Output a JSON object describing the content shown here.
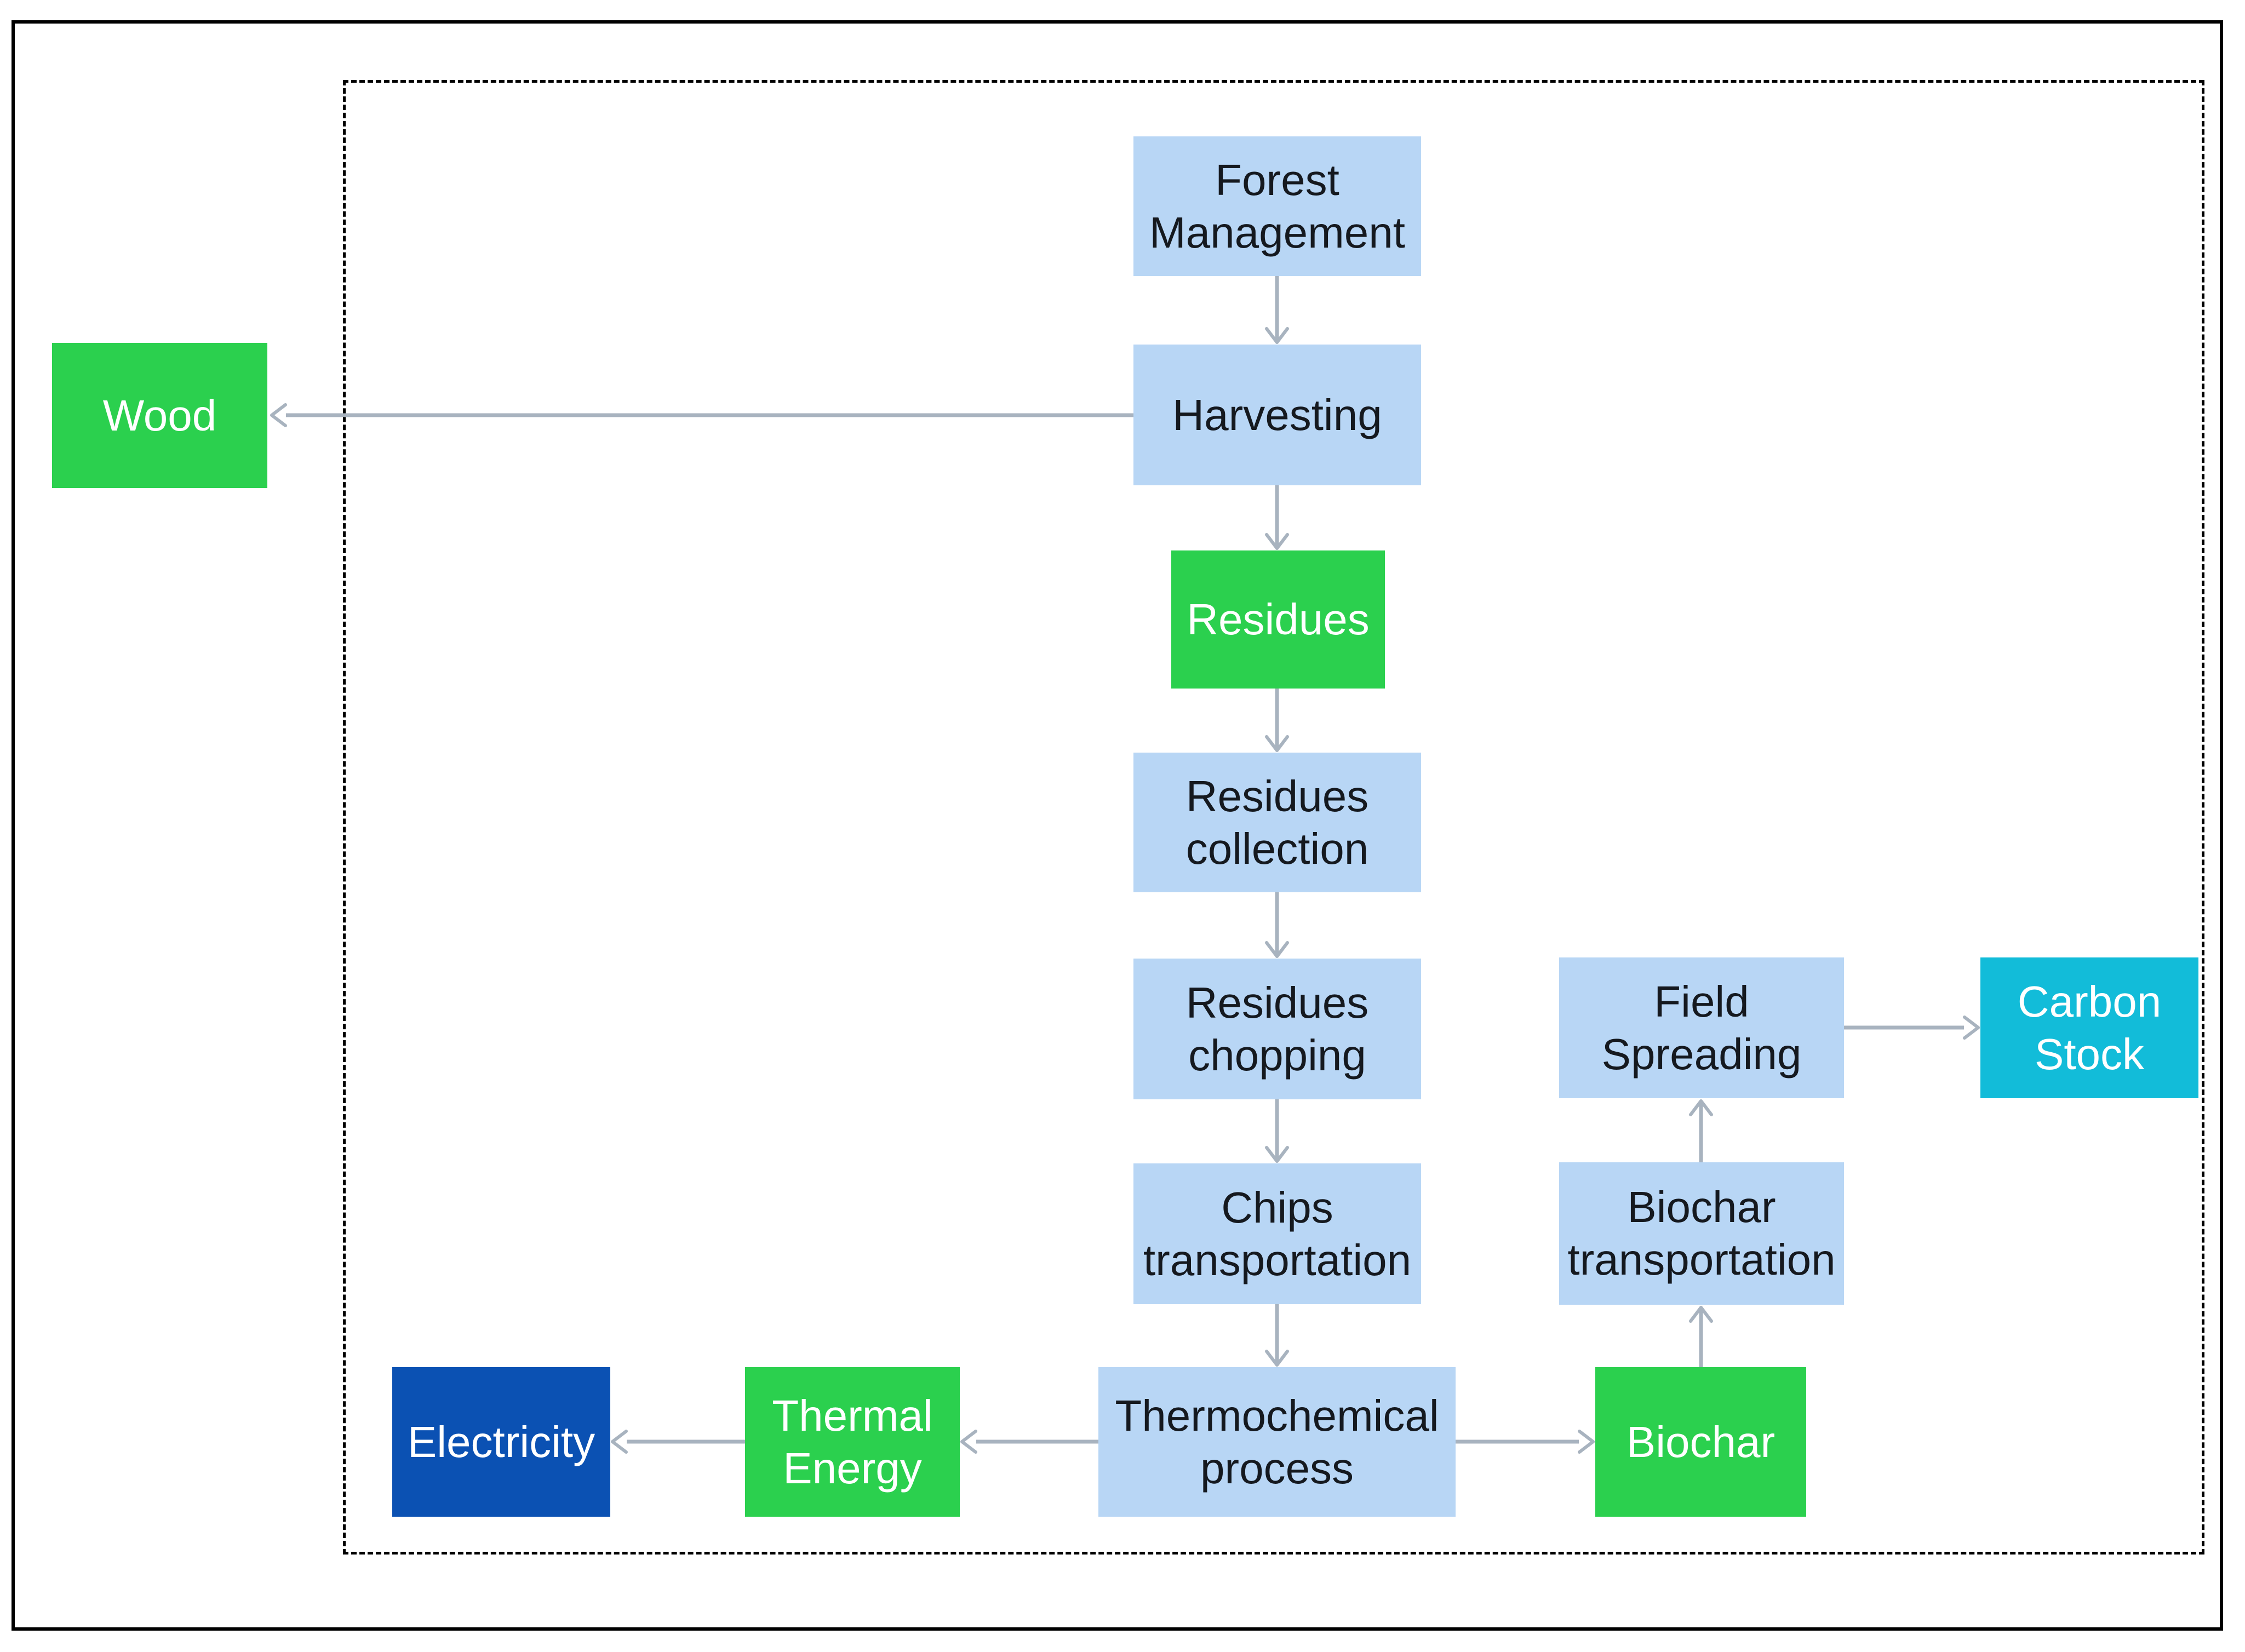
{
  "diagram": {
    "nodes": {
      "forest_management": {
        "label": "Forest Management",
        "type": "process"
      },
      "harvesting": {
        "label": "Harvesting",
        "type": "process"
      },
      "wood": {
        "label": "Wood",
        "type": "material"
      },
      "residues": {
        "label": "Residues",
        "type": "material"
      },
      "residues_collection": {
        "label": "Residues collection",
        "type": "process"
      },
      "residues_chopping": {
        "label": "Residues chopping",
        "type": "process"
      },
      "chips_transportation": {
        "label": "Chips transportation",
        "type": "process"
      },
      "thermochemical_process": {
        "label": "Thermochemical process",
        "type": "process"
      },
      "thermal_energy": {
        "label": "Thermal Energy",
        "type": "material"
      },
      "electricity": {
        "label": "Electricity",
        "type": "electricity"
      },
      "biochar": {
        "label": "Biochar",
        "type": "material"
      },
      "biochar_transportation": {
        "label": "Biochar transportation",
        "type": "process"
      },
      "field_spreading": {
        "label": "Field Spreading",
        "type": "process"
      },
      "carbon_stock": {
        "label": "Carbon Stock",
        "type": "carbon"
      }
    },
    "edges": [
      {
        "from": "forest_management",
        "to": "harvesting"
      },
      {
        "from": "harvesting",
        "to": "wood"
      },
      {
        "from": "harvesting",
        "to": "residues"
      },
      {
        "from": "residues",
        "to": "residues_collection"
      },
      {
        "from": "residues_collection",
        "to": "residues_chopping"
      },
      {
        "from": "residues_chopping",
        "to": "chips_transportation"
      },
      {
        "from": "chips_transportation",
        "to": "thermochemical_process"
      },
      {
        "from": "thermochemical_process",
        "to": "thermal_energy"
      },
      {
        "from": "thermal_energy",
        "to": "electricity"
      },
      {
        "from": "thermochemical_process",
        "to": "biochar"
      },
      {
        "from": "biochar",
        "to": "biochar_transportation"
      },
      {
        "from": "biochar_transportation",
        "to": "field_spreading"
      },
      {
        "from": "field_spreading",
        "to": "carbon_stock"
      }
    ],
    "colors": {
      "process_box": "#b8d6f5",
      "material_box": "#2bd04e",
      "electricity_box": "#0b51b3",
      "carbon_stock_box": "#12bcd9",
      "arrow": "#a8b3bf",
      "boundary": "#000000",
      "text_on_light": "#15191f",
      "text_on_dark": "#ffffff"
    }
  }
}
